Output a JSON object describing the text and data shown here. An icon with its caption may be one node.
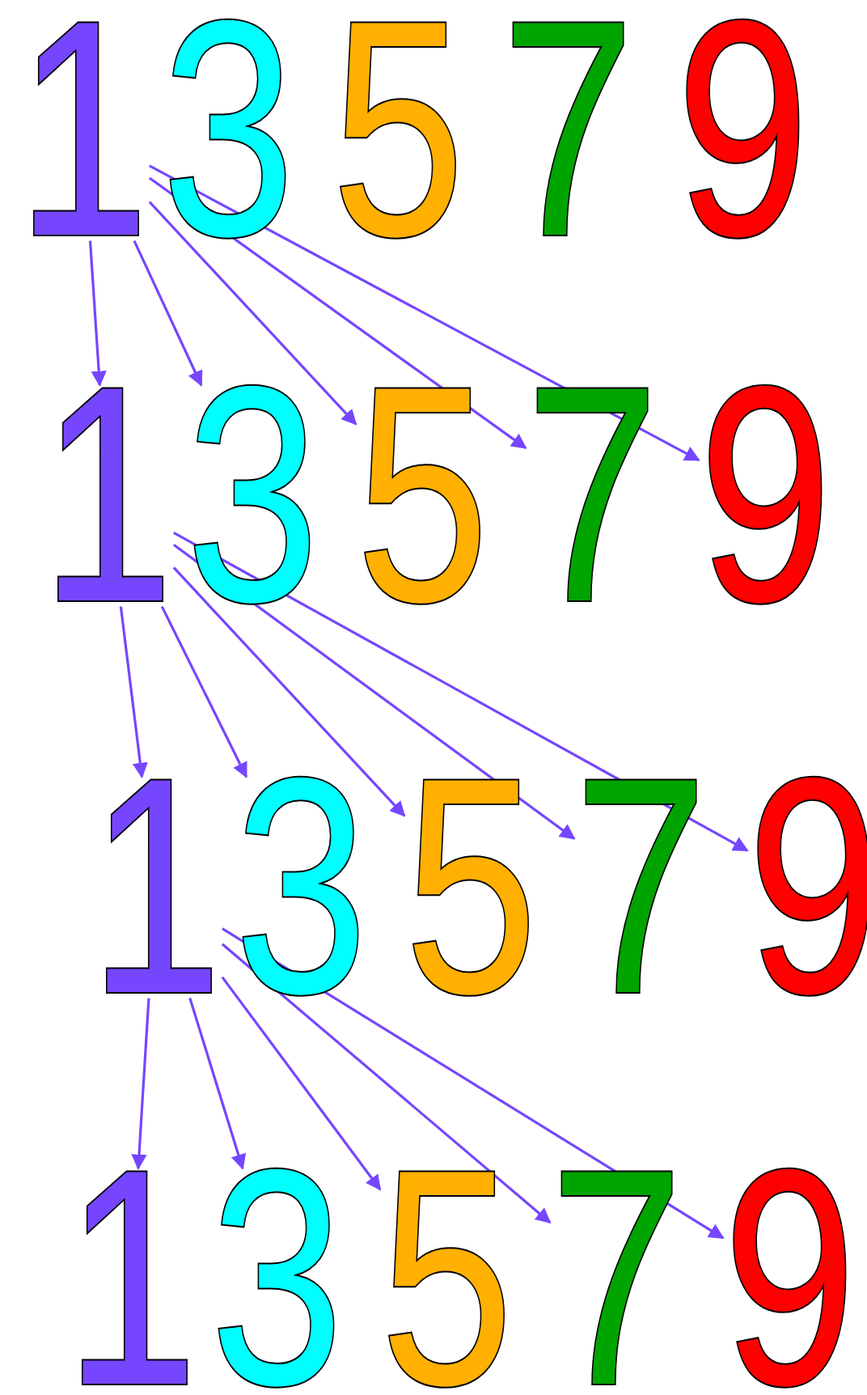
{
  "diagram": {
    "nodes": [
      {
        "text": [
          "1"
        ]
      },
      {
        "text": [
          "3"
        ]
      },
      {
        "text": [
          "5"
        ]
      },
      {
        "text": [
          "7"
        ]
      },
      {
        "text": [
          "9"
        ]
      },
      {
        "text": [
          "1"
        ]
      },
      {
        "text": [
          "3"
        ]
      },
      {
        "text": [
          "5"
        ]
      },
      {
        "text": [
          "7"
        ]
      },
      {
        "text": [
          "9"
        ]
      },
      {
        "text": [
          "1"
        ]
      },
      {
        "text": [
          "3"
        ]
      },
      {
        "text": [
          "5"
        ]
      },
      {
        "text": [
          "7"
        ]
      },
      {
        "text": [
          "9"
        ]
      },
      {
        "text": [
          "1"
        ]
      },
      {
        "text": [
          "3"
        ]
      },
      {
        "text": [
          "5"
        ]
      },
      {
        "text": [
          "7"
        ]
      },
      {
        "text": [
          "9"
        ]
      }
    ],
    "edges": [
      {
        "from": 0,
        "to": 5,
        "arrow": "to"
      },
      {
        "from": 0,
        "to": 6,
        "arrow": "to"
      },
      {
        "from": 0,
        "to": 7,
        "arrow": "to"
      },
      {
        "from": 0,
        "to": 8,
        "arrow": "to"
      },
      {
        "from": 0,
        "to": 9,
        "arrow": "to"
      },
      {
        "from": 5,
        "to": 10,
        "arrow": "to"
      },
      {
        "from": 5,
        "to": 11,
        "arrow": "to"
      },
      {
        "from": 5,
        "to": 12,
        "arrow": "to"
      },
      {
        "from": 5,
        "to": 13,
        "arrow": "to"
      },
      {
        "from": 5,
        "to": 14,
        "arrow": "to"
      },
      {
        "from": 10,
        "to": 15,
        "arrow": "to"
      },
      {
        "from": 10,
        "to": 16,
        "arrow": "to"
      },
      {
        "from": 10,
        "to": 17,
        "arrow": "to"
      },
      {
        "from": 10,
        "to": 18,
        "arrow": "to"
      },
      {
        "from": 10,
        "to": 19,
        "arrow": "to"
      }
    ]
  }
}
